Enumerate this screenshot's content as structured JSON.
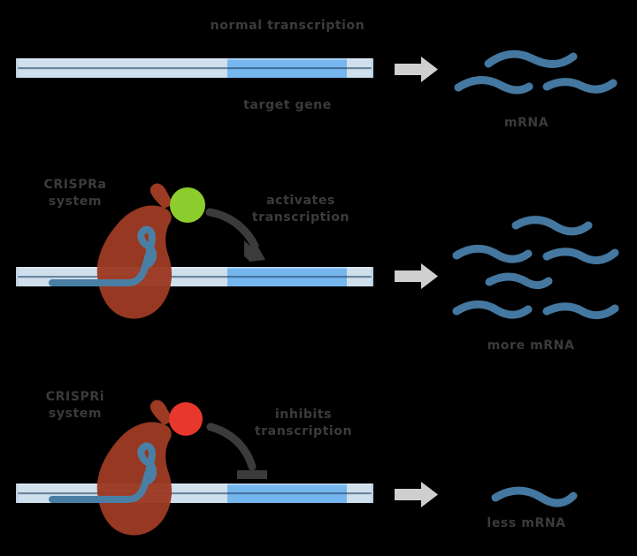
{
  "figure": {
    "background_color": "#000000",
    "text_color": "#3b3b3b"
  },
  "colors": {
    "dna_backbone": "#cfdfec",
    "dna_gene": "#76b6ef",
    "dna_separator": "#1b3a5c",
    "protein_blob": "#9c3a23",
    "guide_rna": "#4a7fa5",
    "mrna": "#4478a0",
    "activator_green": "#8ccd2e",
    "inhibitor_red": "#e8372c",
    "process_arrow_gray": "#cfcfcf",
    "effect_arrow_dark": "#3b3b3b"
  },
  "panels": [
    {
      "id": "normal",
      "title": "normal transcription",
      "gene_label": "target gene",
      "output_label": "mRNA",
      "mrna_count": 3,
      "has_crispr_complex": false
    },
    {
      "id": "crispra",
      "system_label": "CRISPRa\nsystem",
      "effect_label": "activates\ntranscription",
      "effector_color_name": "activator_green",
      "effect_arrow_type": "arrowhead",
      "output_label": "more mRNA",
      "mrna_count": 6,
      "has_crispr_complex": true
    },
    {
      "id": "crispri",
      "system_label": "CRISPRi\nsystem",
      "effect_label": "inhibits\ntranscription",
      "effector_color_name": "inhibitor_red",
      "effect_arrow_type": "blunt-bar",
      "output_label": "less mRNA",
      "mrna_count": 1,
      "has_crispr_complex": true
    }
  ],
  "icons": {
    "process_arrow": "right-arrow-icon",
    "activation_arrow": "curved-activation-arrow-icon",
    "inhibition_arrow": "curved-inhibition-arrow-icon",
    "dna_strand": "dna-duplex-icon",
    "dcas9": "dcas9-protein-icon",
    "guide_rna": "guide-rna-icon",
    "mrna_strand": "mrna-squiggle-icon"
  }
}
